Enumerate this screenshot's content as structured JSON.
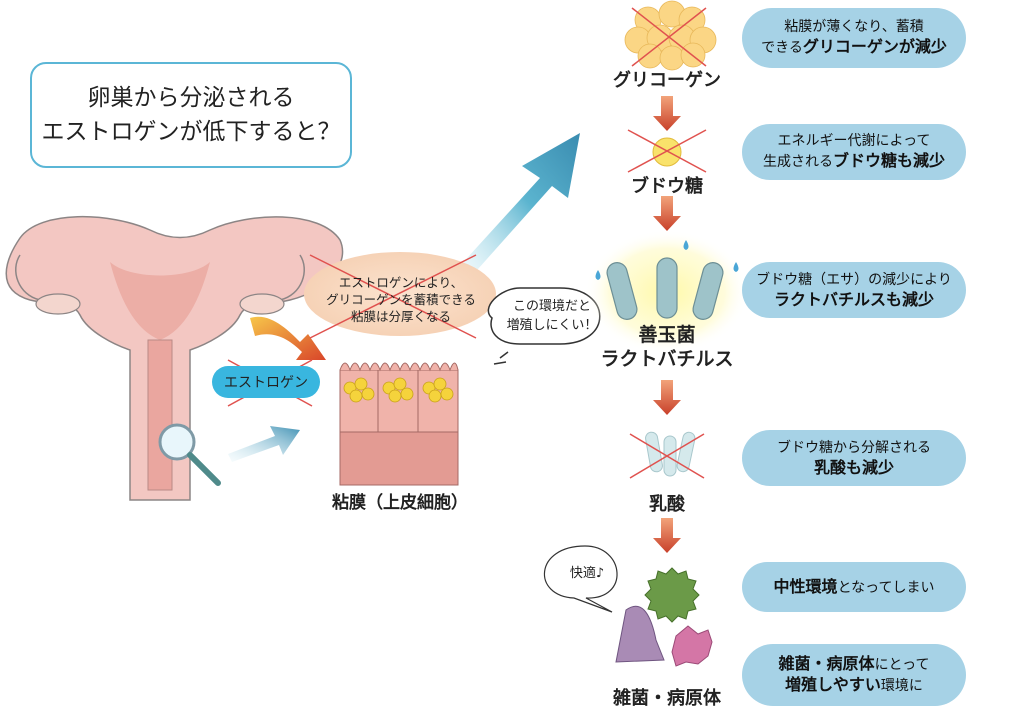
{
  "title": {
    "line1": "卵巣から分泌される",
    "line2": "エストロゲンが低下すると？"
  },
  "left": {
    "estrogen_label": "エストロゲン",
    "mucosa_note": {
      "line1": "エストロゲンにより、",
      "line2": "グリコーゲンを蓄積できる",
      "line3": "粘膜は分厚くなる"
    },
    "mucosa_caption": "粘膜（上皮細胞）",
    "speech": {
      "line1": "この環境だと",
      "line2": "増殖しにくい！"
    }
  },
  "steps": {
    "glycogen": "グリコーゲン",
    "glucose": "ブドウ糖",
    "lacto_line1": "善玉菌",
    "lacto_line2": "ラクトバチルス",
    "lactic": "乳酸",
    "pathogen": "雑菌・病原体"
  },
  "notes": {
    "n1": {
      "line1": "粘膜が薄くなり、蓄積",
      "line2_pre": "できる",
      "line2_bold": "グリコーゲンが減少"
    },
    "n2": {
      "line1": "エネルギー代謝によって",
      "line2_pre": "生成される",
      "line2_bold": "ブドウ糖も減少"
    },
    "n3": {
      "line1": "ブドウ糖（エサ）の減少により",
      "line2_bold": "ラクトバチルスも減少"
    },
    "n4": {
      "line1": "ブドウ糖から分解される",
      "line2_bold": "乳酸も減少"
    },
    "n5": {
      "bold": "中性環境",
      "rest": "となってしまい"
    },
    "n6": {
      "line1_bold": "雑菌・病原体",
      "line1_rest": "にとって",
      "line2_bold": "増殖しやすい",
      "line2_rest": "環境に"
    }
  },
  "comfort": "快適♪",
  "colors": {
    "accent_blue": "#39b6df",
    "pill_blue": "#a6d2e6",
    "arrow_red": "#c94a2c",
    "cross_red": "#e0524f"
  }
}
